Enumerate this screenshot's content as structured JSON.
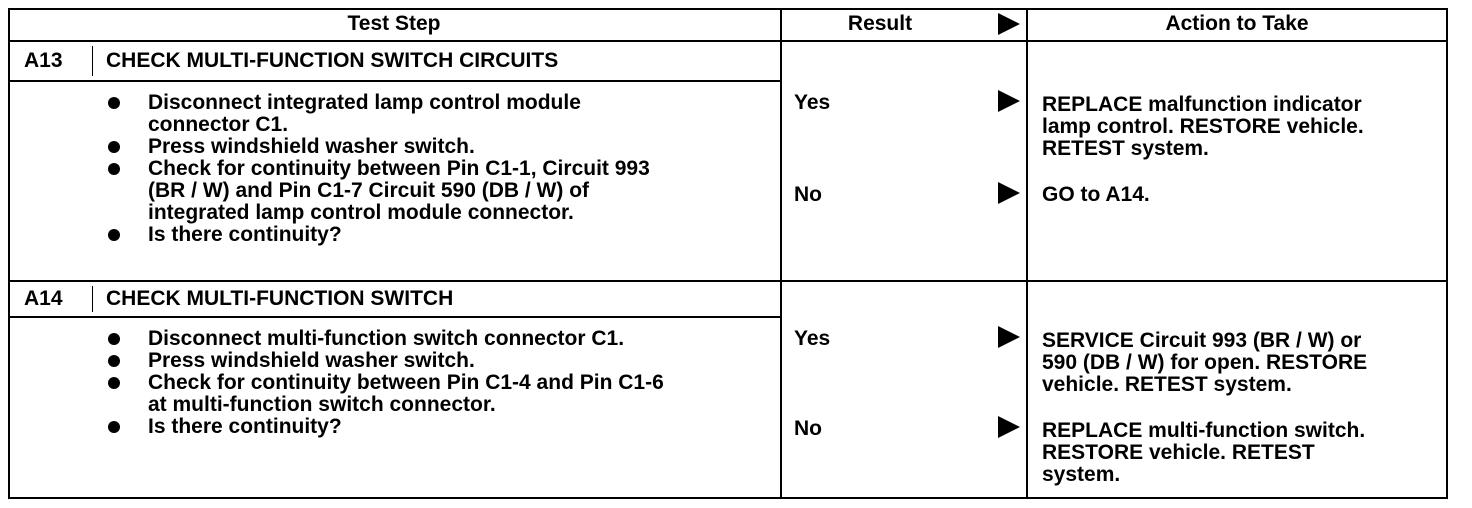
{
  "header": {
    "test_step": "Test Step",
    "result": "Result",
    "action": "Action to Take"
  },
  "steps": [
    {
      "id": "A13",
      "title": "CHECK MULTI-FUNCTION SWITCH CIRCUITS",
      "bullets": [
        "Disconnect integrated lamp control module\nconnector C1.",
        "Press windshield washer switch.",
        "Check for continuity between Pin C1-1, Circuit 993\n(BR / W) and Pin C1-7 Circuit 590 (DB / W) of\nintegrated lamp control module connector.",
        "Is there continuity?"
      ],
      "results": [
        {
          "label": "Yes",
          "action": "REPLACE malfunction indicator\nlamp control. RESTORE vehicle.\nRETEST system."
        },
        {
          "label": "No",
          "action": "GO to A14."
        }
      ]
    },
    {
      "id": "A14",
      "title": "CHECK MULTI-FUNCTION SWITCH",
      "bullets": [
        "Disconnect multi-function switch connector C1.",
        "Press windshield washer switch.",
        "Check for continuity between Pin C1-4 and Pin C1-6\nat multi-function switch connector.",
        "Is there continuity?"
      ],
      "results": [
        {
          "label": "Yes",
          "action": "SERVICE Circuit 993 (BR / W) or\n590 (DB / W) for open. RESTORE\nvehicle. RETEST system."
        },
        {
          "label": "No",
          "action": "REPLACE multi-function switch.\nRESTORE vehicle. RETEST\nsystem."
        }
      ]
    }
  ]
}
